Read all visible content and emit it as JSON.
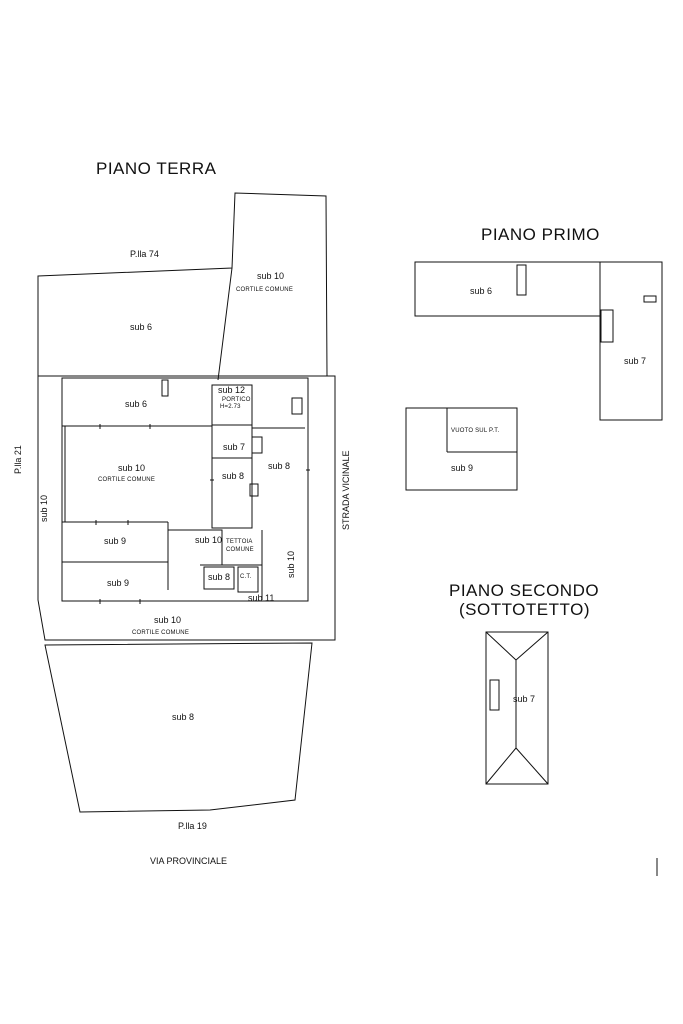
{
  "colors": {
    "line": "#111111",
    "background": "#ffffff"
  },
  "titles": {
    "ground": "PIANO TERRA",
    "first": "PIANO PRIMO",
    "second_line1": "PIANO SECONDO",
    "second_line2": "(SOTTOTETTO)"
  },
  "ground": {
    "pl74": "P.lla 74",
    "pl21": "P.lla 21",
    "pl19": "P.lla 19",
    "road_side": "STRADA VICINALE",
    "road_bottom": "VIA PROVINCIALE",
    "sub10_top": "sub 10",
    "cortile_top": "CORTILE COMUNE",
    "sub6_outer": "sub 6",
    "sub6_inner": "sub 6",
    "sub12": "sub 12",
    "portico": "PORTICO",
    "portico_h": "H=2.73",
    "sub7": "sub 7",
    "sub8_small": "sub 8",
    "sub8_right": "sub 8",
    "sub10_court": "sub 10",
    "cortile_court": "CORTILE COMUNE",
    "sub10_left": "sub 10",
    "sub9_a": "sub 9",
    "sub9_b": "sub 9",
    "sub10_tettoia": "sub 10",
    "tettoia": "TETTOIA",
    "comune": "COMUNE",
    "sub8_ct": "sub 8",
    "ct": "C.T.",
    "sub11": "sub 11",
    "sub10_rightv": "sub 10",
    "sub10_bottom": "sub 10",
    "cortile_bottom": "CORTILE COMUNE",
    "sub8_bottom": "sub 8"
  },
  "first": {
    "sub6": "sub 6",
    "sub7": "sub 7",
    "vuoto": "VUOTO SUL P.T.",
    "sub9": "sub 9"
  },
  "second": {
    "sub7": "sub 7"
  }
}
